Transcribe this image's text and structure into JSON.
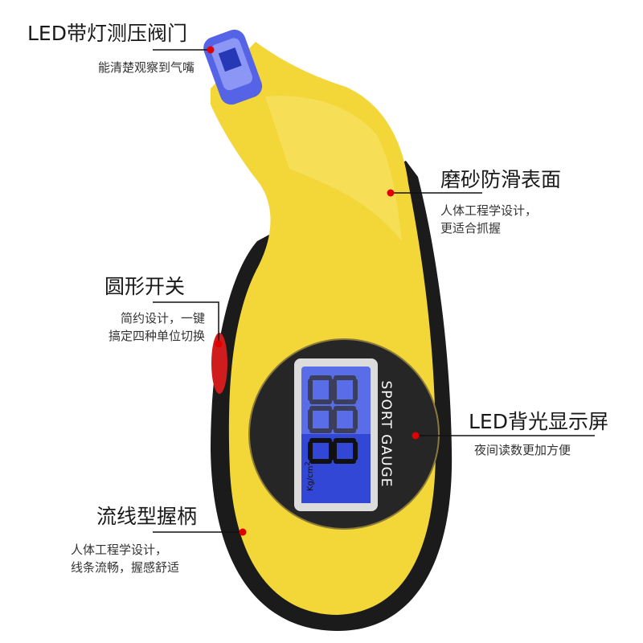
{
  "callouts": {
    "led_valve": {
      "title": "LED带灯测压阀门",
      "lines": [
        "能清楚观察到气嘴"
      ]
    },
    "surface": {
      "title": "磨砂防滑表面",
      "lines": [
        "人体工程学设计，",
        "更适合抓握"
      ]
    },
    "switch": {
      "title": "圆形开关",
      "lines": [
        "简约设计，一键",
        "搞定四种单位切换"
      ]
    },
    "display": {
      "title": "LED背光显示屏",
      "lines": [
        "夜间读数更加方便"
      ]
    },
    "grip": {
      "title": "流线型握柄",
      "lines": [
        "人体工程学设计，",
        "线条流畅，握感舒适"
      ]
    }
  },
  "device": {
    "brand_text": "SPORT GAUGE",
    "unit": "Kg/cm",
    "unit_sup": "2",
    "colors": {
      "body": "#f3d637",
      "rubber": "#1a1a1a",
      "lcd": "#4a5fe0",
      "button": "#d21c1c",
      "marker": "#e00000"
    }
  }
}
